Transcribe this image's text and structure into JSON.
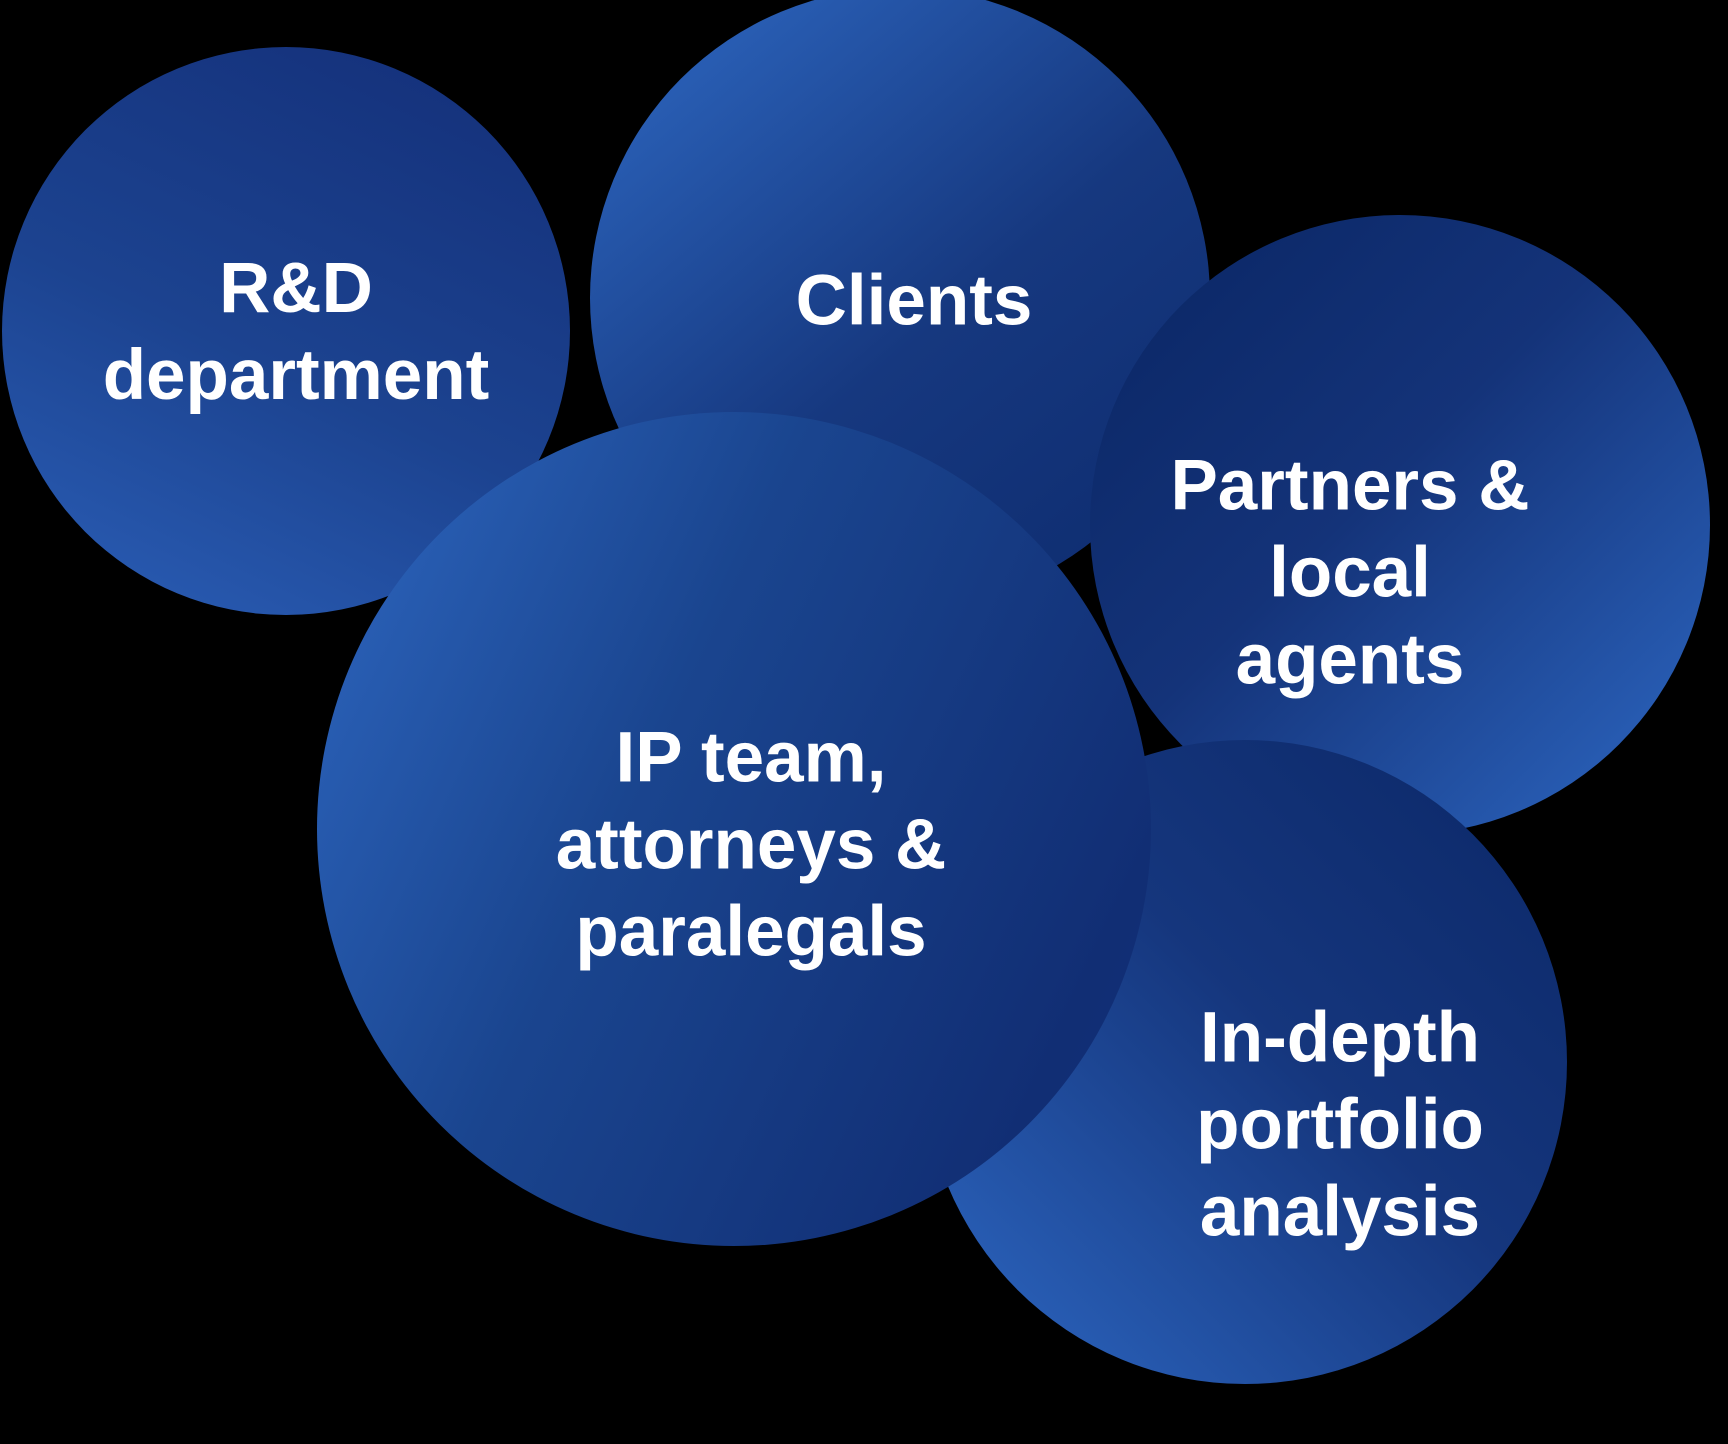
{
  "figure": {
    "type": "bubble-cluster-diagram",
    "background_color": "#000000",
    "text_color": "#FFFFFF",
    "bubbles": [
      {
        "id": "clients",
        "label": "Clients",
        "gradient_start": "#2F6AC5",
        "gradient_end": "#0D2B6E"
      },
      {
        "id": "partners-local-agents",
        "label": "Partners &\nlocal agents",
        "gradient_start": "#0C2969",
        "gradient_end": "#2E69C5"
      },
      {
        "id": "in-depth-portfolio-analysis",
        "label": "In-depth\nportfolio\nanalysis",
        "gradient_start": "#0D2A6B",
        "gradient_end": "#2E69C5"
      },
      {
        "id": "rnd-department",
        "label": "R&D\ndepartment",
        "gradient_start": "#14307A",
        "gradient_end": "#2B5FB8"
      },
      {
        "id": "ip-team-attorneys-paralegals",
        "label": "IP team,\nattorneys &\nparalegals",
        "gradient_start": "#2E67C1",
        "gradient_end": "#112E74"
      }
    ]
  }
}
